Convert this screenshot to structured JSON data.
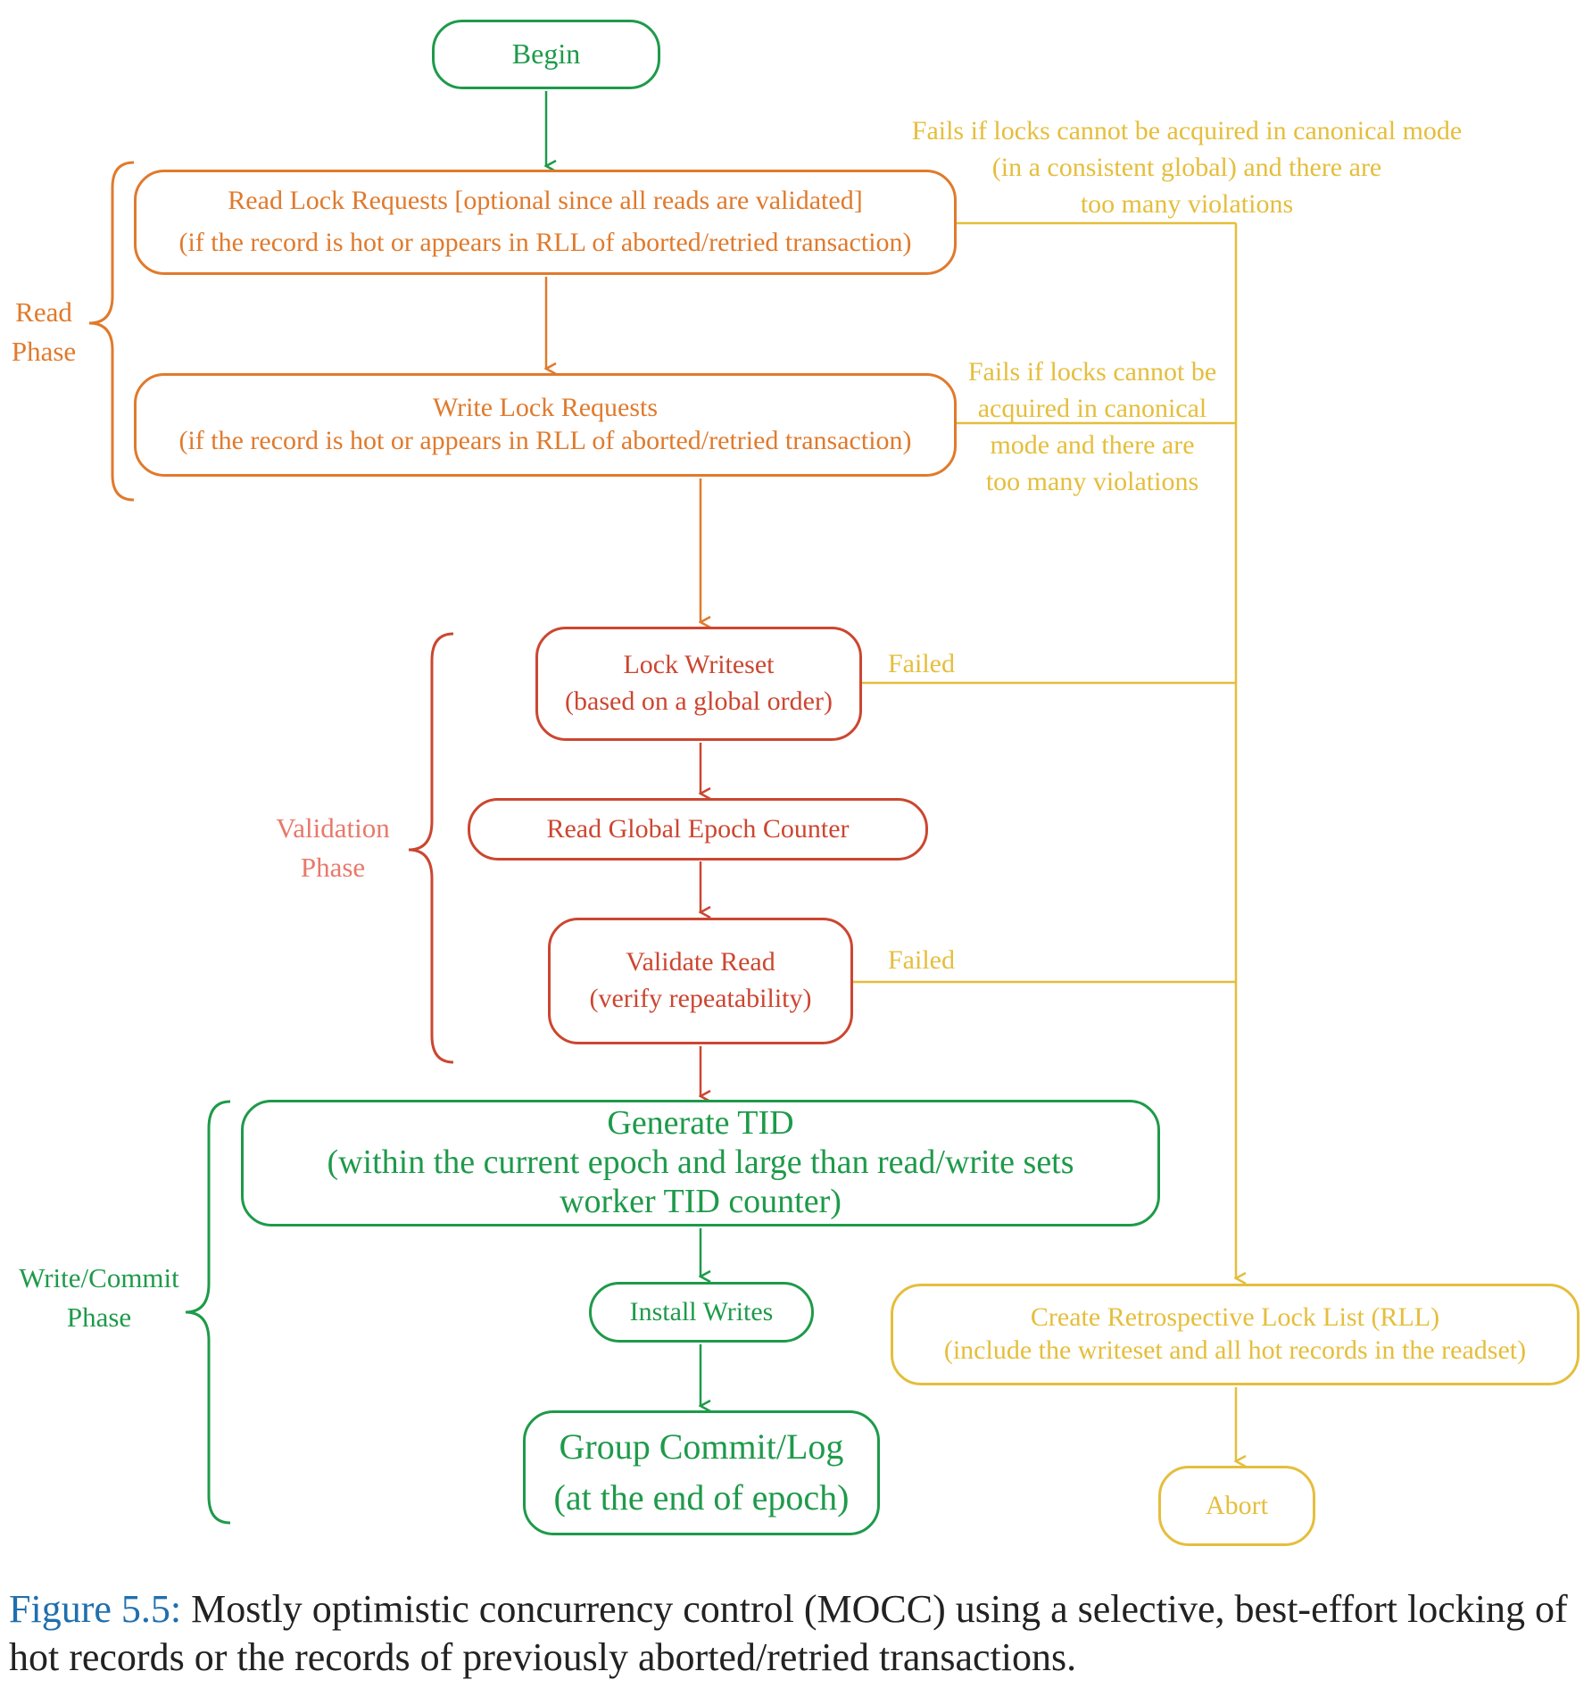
{
  "colors": {
    "green": "#1e9a4a",
    "orange": "#e07a2c",
    "red": "#cc4630",
    "yellow": "#e5be3c",
    "pink": "#e8796b",
    "caption_number": "#1f6fae",
    "caption_text": "#222222"
  },
  "nodes": {
    "begin": "Begin",
    "read_lock": {
      "line1": "Read Lock Requests [optional since all reads are validated]",
      "line2": "(if the record is hot or appears in RLL of aborted/retried transaction)"
    },
    "write_lock": {
      "line1": "Write Lock Requests",
      "line2": "(if the record is hot or appears in RLL of aborted/retried transaction)"
    },
    "lock_writeset": {
      "line1": "Lock Writeset",
      "line2": "(based on a global order)"
    },
    "read_epoch": "Read Global Epoch Counter",
    "validate_read": {
      "line1": "Validate Read",
      "line2": "(verify repeatability)"
    },
    "generate_tid": {
      "line1": "Generate TID",
      "line2": "(within the current epoch and large than read/write sets",
      "line3": "worker TID counter)"
    },
    "install_writes": "Install Writes",
    "group_commit": {
      "line1": "Group Commit/Log",
      "line2": "(at the end of epoch)"
    },
    "create_rll": {
      "line1": "Create Retrospective Lock List (RLL)",
      "line2": "(include the writeset and all hot records in the readset)"
    },
    "abort": "Abort"
  },
  "edge_labels": {
    "read_lock_fail": {
      "line1": "Fails if locks cannot be acquired in canonical mode",
      "line2": "(in a consistent global) and there are",
      "line3": "too many violations"
    },
    "write_lock_fail": {
      "line1": "Fails if locks cannot be",
      "line2": "acquired in canonical",
      "line3": "mode and there are",
      "line4": "too many violations"
    },
    "lock_writeset_fail": "Failed",
    "validate_read_fail": "Failed"
  },
  "phases": {
    "read": {
      "line1": "Read",
      "line2": "Phase"
    },
    "validation": {
      "line1": "Validation",
      "line2": "Phase"
    },
    "write_commit": {
      "line1": "Write/Commit",
      "line2": "Phase"
    }
  },
  "caption": {
    "number": "Figure 5.5:",
    "text": " Mostly optimistic concurrency control (MOCC) using a selective, best-effort locking of hot records or the records of previously aborted/retried transactions."
  }
}
